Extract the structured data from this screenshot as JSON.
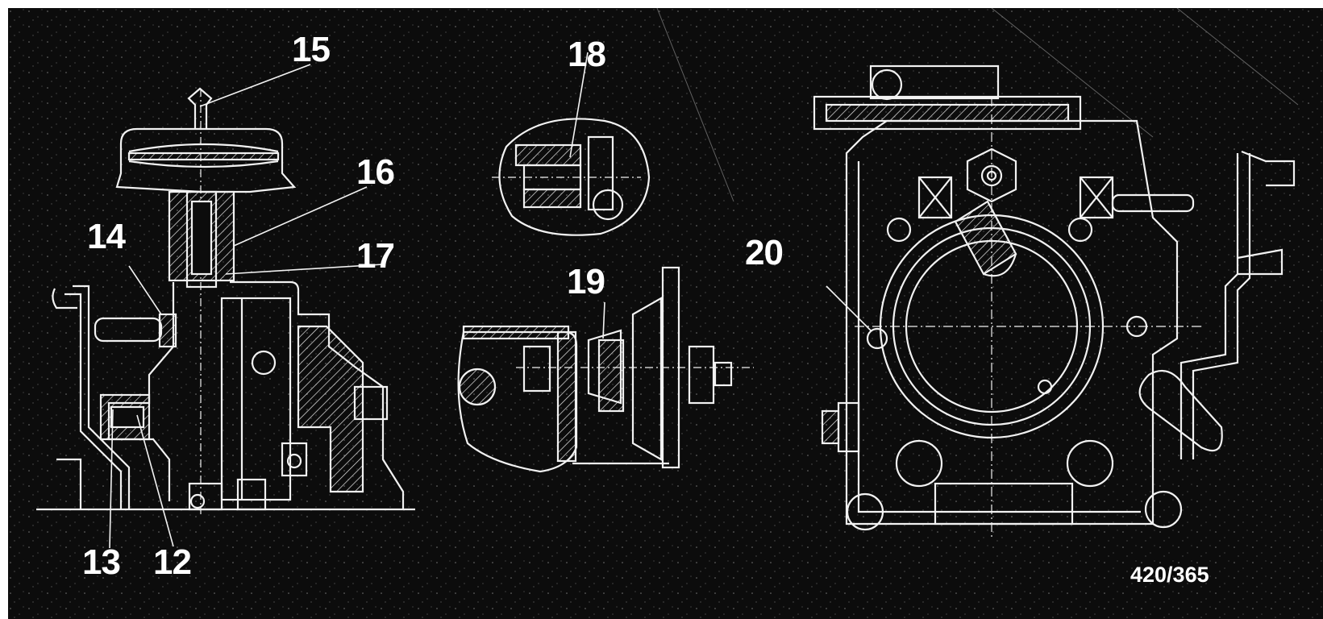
{
  "callouts": {
    "c12": "12",
    "c13": "13",
    "c14": "14",
    "c15": "15",
    "c16": "16",
    "c17": "17",
    "c18": "18",
    "c19": "19",
    "c20": "20"
  },
  "figure_ref": "420/365",
  "colors": {
    "background": "#0c0c0c",
    "lines": "#f2f2f2",
    "margin": "#ffffff"
  }
}
